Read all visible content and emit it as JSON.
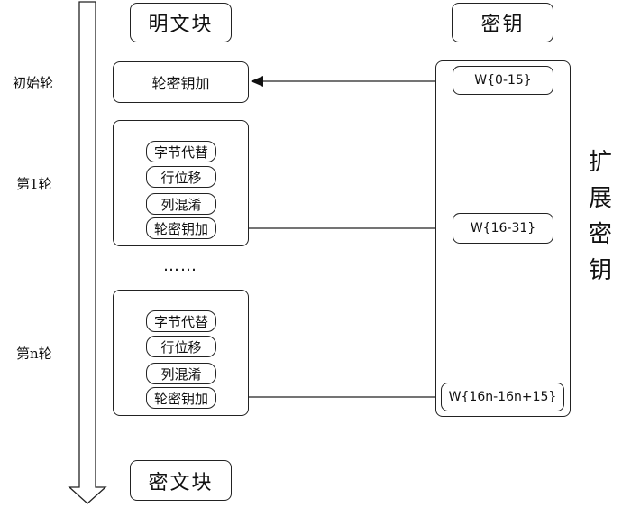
{
  "headers": {
    "plaintext": "明文块",
    "key": "密钥",
    "ciphertext": "密文块"
  },
  "rounds": {
    "initial": "初始轮",
    "first": "第1轮",
    "nth": "第n轮"
  },
  "steps": {
    "add_round_key": "轮密钥加",
    "sub_bytes": "字节代替",
    "shift_rows": "行位移",
    "mix_columns": "列混淆"
  },
  "ellipsis": "……",
  "expanded_key": [
    "扩",
    "展",
    "密",
    "钥"
  ],
  "key_words": {
    "initial": "W{0-15}",
    "first": "W{16-31}",
    "nth": "W{16n-16n+15}"
  }
}
